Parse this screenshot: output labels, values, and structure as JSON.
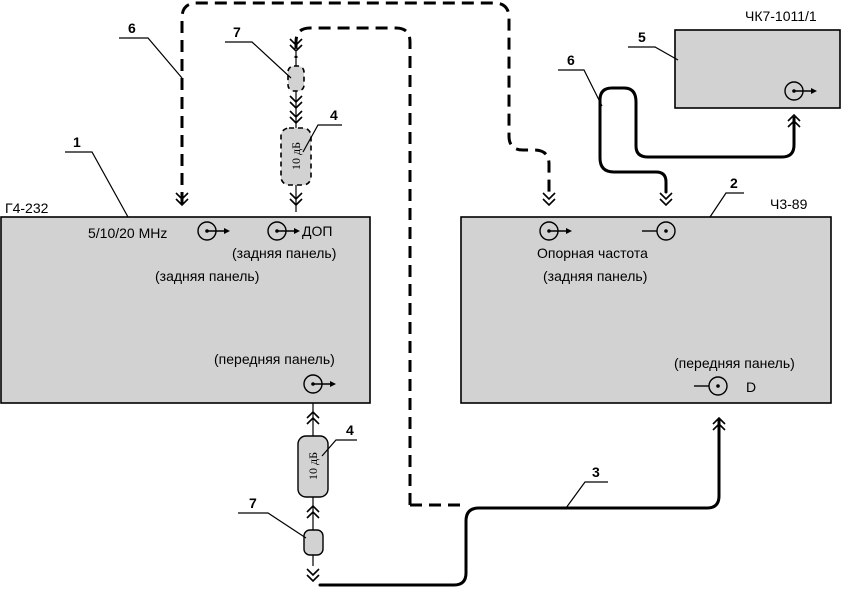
{
  "devices": {
    "generator": {
      "name": "Г4-232",
      "out_ref": "5/10/20 MHz",
      "out_dop": "ДОП",
      "rear_dop": "(задняя панель)",
      "rear": "(задняя панель)",
      "front": "(передняя панель)"
    },
    "frequency_standard": {
      "name": "Ч3-89",
      "ref_label": "Опорная частота",
      "rear": "(задняя панель)",
      "front": "(передняя панель)",
      "port_d": "D"
    },
    "comparator": {
      "name": "ЧК7-1011/1"
    }
  },
  "callouts": {
    "c1": "1",
    "c2": "2",
    "c3": "3",
    "c4a": "4",
    "c4b": "4",
    "c5": "5",
    "c6a": "6",
    "c6b": "6",
    "c7a": "7",
    "c7b": "7"
  },
  "attenuators": {
    "top": "10 дБ",
    "bottom": "10 дБ"
  },
  "colors": {
    "box_fill": "#d2d2d2",
    "line": "#000000"
  }
}
